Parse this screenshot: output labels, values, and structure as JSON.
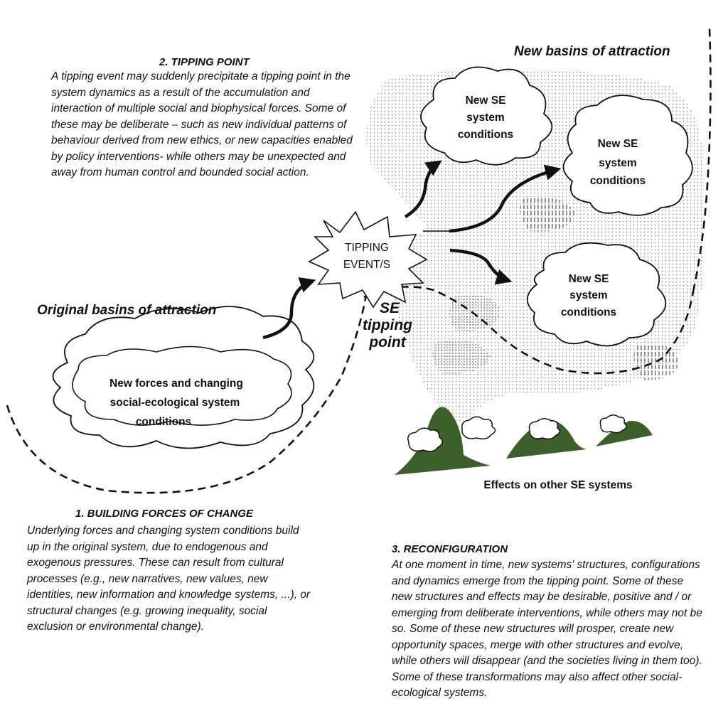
{
  "tipping_point_section": {
    "heading": "2. TIPPING POINT",
    "body": " A tipping event may suddenly precipitate a tipping point in the system dynamics as a result of the accumulation and interaction of multiple social and biophysical forces. Some of these may be deliberate – such as new individual patterns of behaviour derived from new ethics, or new capacities enabled by policy interventions- while others may be unexpected and away from human control and bounded social action."
  },
  "building_forces_section": {
    "heading": "1. BUILDING FORCES OF CHANGE",
    "body": "Underlying forces and changing system conditions build up in the original system, due to endogenous and exogenous pressures. These can result from cultural processes (e.g., new narratives, new values, new identities, new information and knowledge systems, ...), or structural changes (e.g. growing inequality, social exclusion or environmental change)."
  },
  "reconfiguration_section": {
    "heading": "3. RECONFIGURATION",
    "body": "At one moment in time, new systems' structures, configurations and dynamics emerge from the tipping point. Some of these new structures and effects may be desirable, positive and / or emerging from deliberate interventions, while others may not be so. Some of these new structures will prosper, create new opportunity spaces, merge with other structures and evolve, while others will disappear (and the societies living in them too). Some of these transformations may also affect other social-ecological systems."
  },
  "labels": {
    "new_basins": "New basins of attraction",
    "original_basins": "Original basins of attraction",
    "se_tipping_point": [
      "SE",
      "tipping",
      "point"
    ],
    "tipping_event": [
      "TIPPING",
      "EVENT/S"
    ],
    "original_cloud": [
      "New forces and changing",
      "social-ecological system",
      "conditions"
    ],
    "new_cloud": [
      "New SE",
      "system",
      "conditions"
    ],
    "effects": "Effects on other SE systems"
  },
  "colors": {
    "ink": "#111111",
    "hill_green": "#3d5f2c",
    "stipple": "#7a7a7a"
  }
}
